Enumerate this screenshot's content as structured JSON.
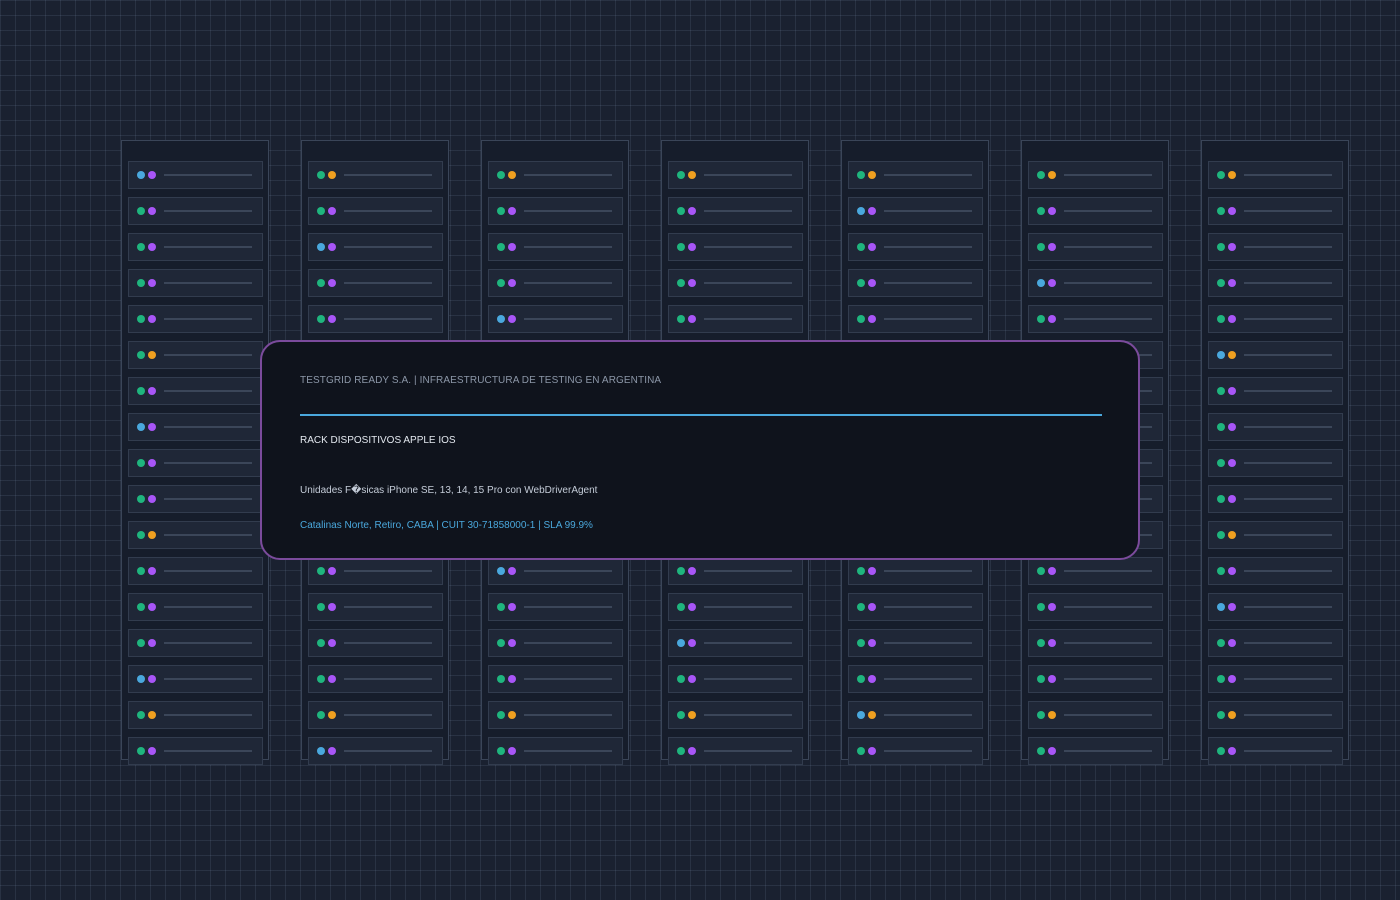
{
  "colors": {
    "background": "#1a2130",
    "rack_body": "#161d2b",
    "unit_body": "#1f2737",
    "card_background": "#0f131c",
    "card_border": "#7b4b9c",
    "accent_blue": "#4aa8dd",
    "led_green": "#1fb57e",
    "led_blue": "#4aa8dd",
    "led_orange": "#f0a020",
    "led_purple": "#a855f7"
  },
  "card": {
    "company": "TESTGRID READY S.A. | INFRAESTRUCTURA DE TESTING EN ARGENTINA",
    "rack_title": "RACK DISPOSITIVOS APPLE IOS",
    "units_description": "Unidades F�sicas iPhone SE, 13, 14, 15 Pro con WebDriverAgent",
    "location": "Catalinas Norte, Retiro, CABA | CUIT 30-71858000-1 | SLA 99.9%"
  },
  "racks": [
    {
      "leds": [
        "bp",
        "gp",
        "gp",
        "gp",
        "gp",
        "go",
        "gp",
        "bp",
        "gp",
        "gp",
        "go",
        "gp",
        "gp",
        "gp",
        "bp",
        "go",
        "gp"
      ]
    },
    {
      "leds": [
        "go",
        "gp",
        "bp",
        "gp",
        "gp",
        "go",
        "gp",
        "gp",
        "gp",
        "gp",
        "gp",
        "gp",
        "gp",
        "gp",
        "gp",
        "go",
        "bp"
      ]
    },
    {
      "leds": [
        "go",
        "gp",
        "gp",
        "gp",
        "bp",
        "go",
        "gp",
        "gp",
        "gp",
        "gp",
        "gp",
        "bp",
        "gp",
        "gp",
        "gp",
        "go",
        "gp"
      ]
    },
    {
      "leds": [
        "go",
        "gp",
        "gp",
        "gp",
        "gp",
        "go",
        "gp",
        "gp",
        "gp",
        "gp",
        "gp",
        "gp",
        "gp",
        "bp",
        "gp",
        "go",
        "gp"
      ]
    },
    {
      "leds": [
        "go",
        "bp",
        "gp",
        "gp",
        "gp",
        "go",
        "gp",
        "gp",
        "gp",
        "gp",
        "gp",
        "gp",
        "gp",
        "gp",
        "gp",
        "bo",
        "gp"
      ]
    },
    {
      "leds": [
        "go",
        "gp",
        "gp",
        "bp",
        "gp",
        "go",
        "gp",
        "gp",
        "gp",
        "gp",
        "gp",
        "gp",
        "gp",
        "gp",
        "gp",
        "go",
        "gp"
      ]
    },
    {
      "leds": [
        "go",
        "gp",
        "gp",
        "gp",
        "gp",
        "bo",
        "gp",
        "gp",
        "gp",
        "gp",
        "go",
        "gp",
        "bp",
        "gp",
        "gp",
        "go",
        "gp"
      ]
    }
  ]
}
